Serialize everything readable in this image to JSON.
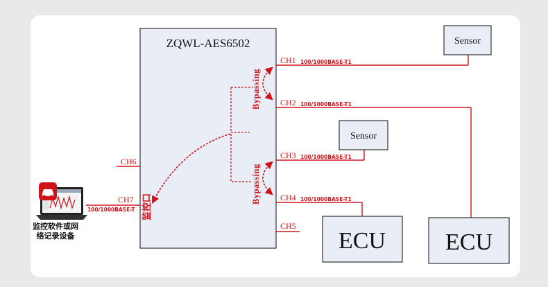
{
  "device": {
    "title": "ZQWL-AES6502"
  },
  "channels": {
    "ch1": "CH1",
    "ch2": "CH2",
    "ch3": "CH3",
    "ch4": "CH4",
    "ch5": "CH5",
    "ch6": "CH6",
    "ch7": "CH7"
  },
  "links": {
    "ch1_speed": "100/1000BASE-T1",
    "ch2_speed": "100/1000BASE-T1",
    "ch3_speed": "100/1000BASE-T1",
    "ch4_speed": "100/1000BASE-T1",
    "ch7_speed": "100/1000BASE-T"
  },
  "bypass": {
    "upper": "Bypassing",
    "lower": "Bypassing"
  },
  "monitor_port": "监控口",
  "nodes": {
    "sensor_top": "Sensor",
    "sensor_mid": "Sensor",
    "ecu_left": "ECU",
    "ecu_right": "ECU"
  },
  "laptop": {
    "caption_line1": "监控软件或网",
    "caption_line2": "络记录设备"
  },
  "colors": {
    "accent": "#d0121b",
    "box_fill": "#e8edf6",
    "box_stroke": "#333333",
    "background": "#e9e9e9",
    "card": "#ffffff"
  }
}
